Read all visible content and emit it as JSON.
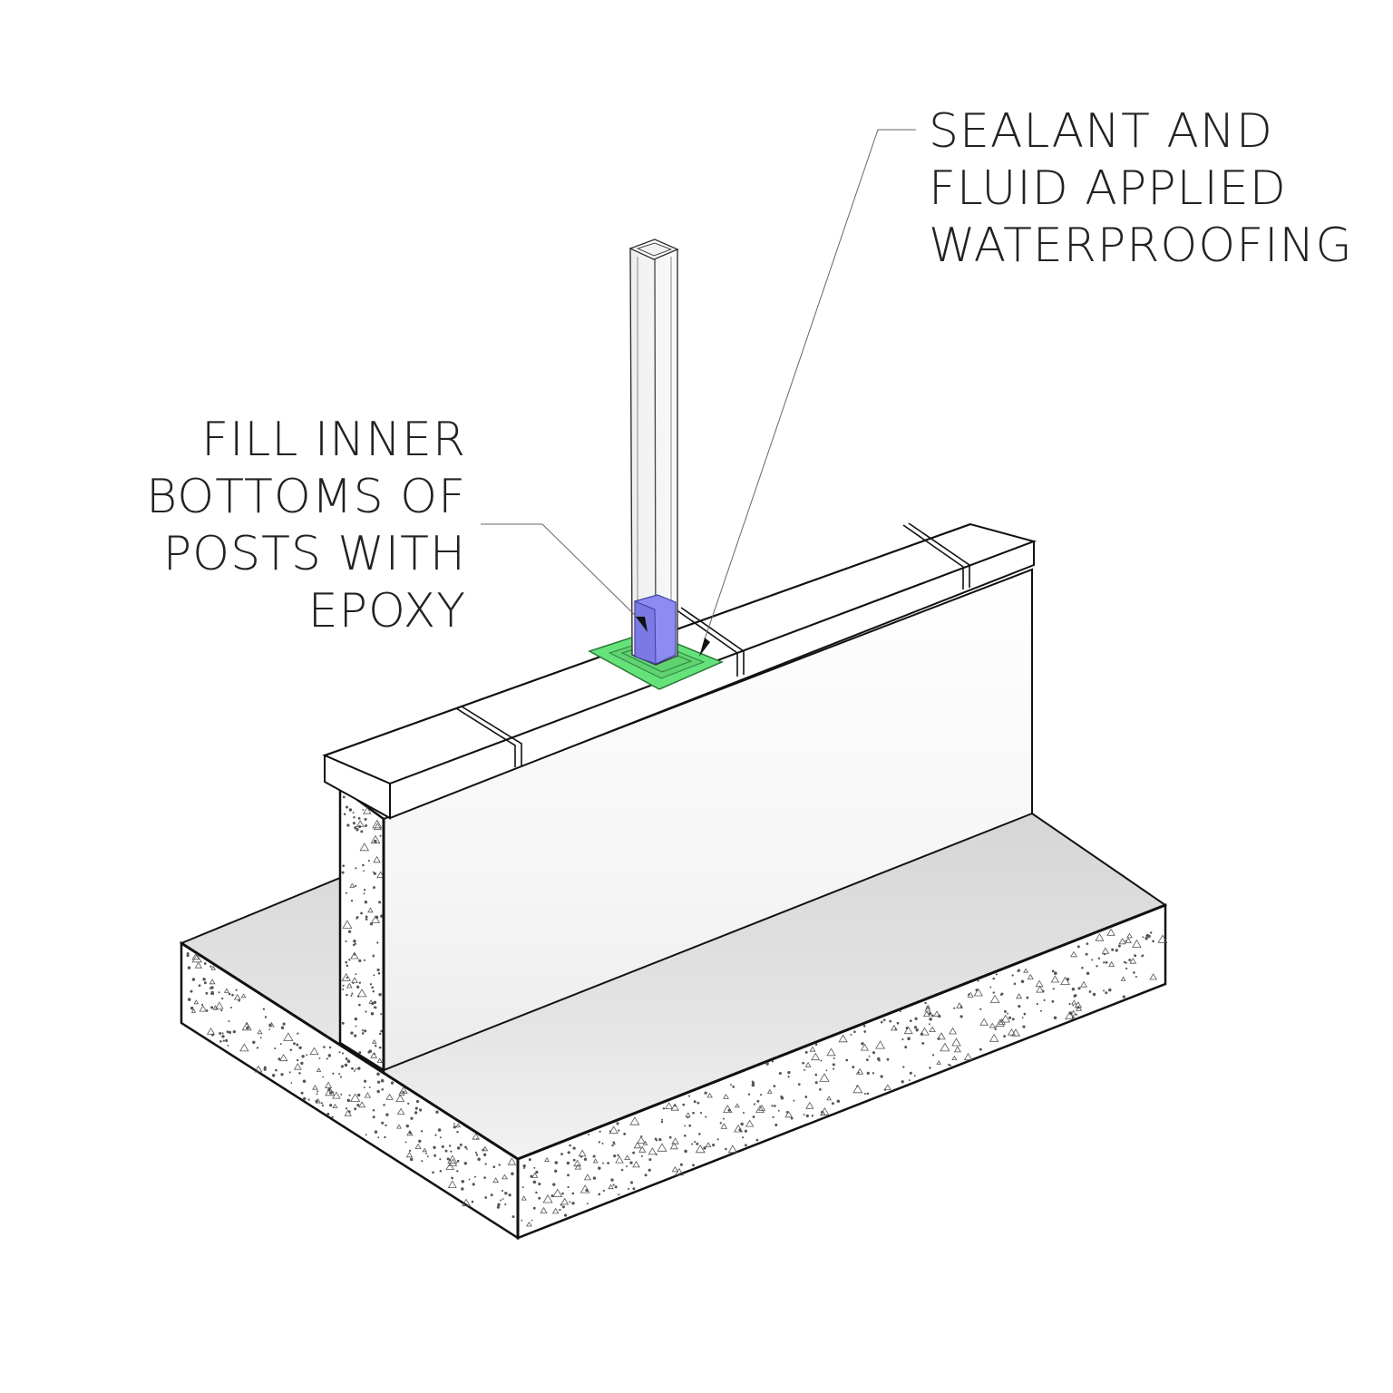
{
  "callouts": {
    "sealant": {
      "lines": [
        "SEALANT AND",
        "FLUID APPLIED",
        "WATERPROOFING"
      ]
    },
    "epoxy": {
      "lines": [
        "FILL INNER",
        "BOTTOMS OF",
        "POSTS WITH",
        "EPOXY"
      ]
    }
  },
  "colors": {
    "sealant": "#66e27a",
    "epoxy": "#8d8cf0",
    "linework": "#111111",
    "concrete_speckle": "#555555"
  }
}
